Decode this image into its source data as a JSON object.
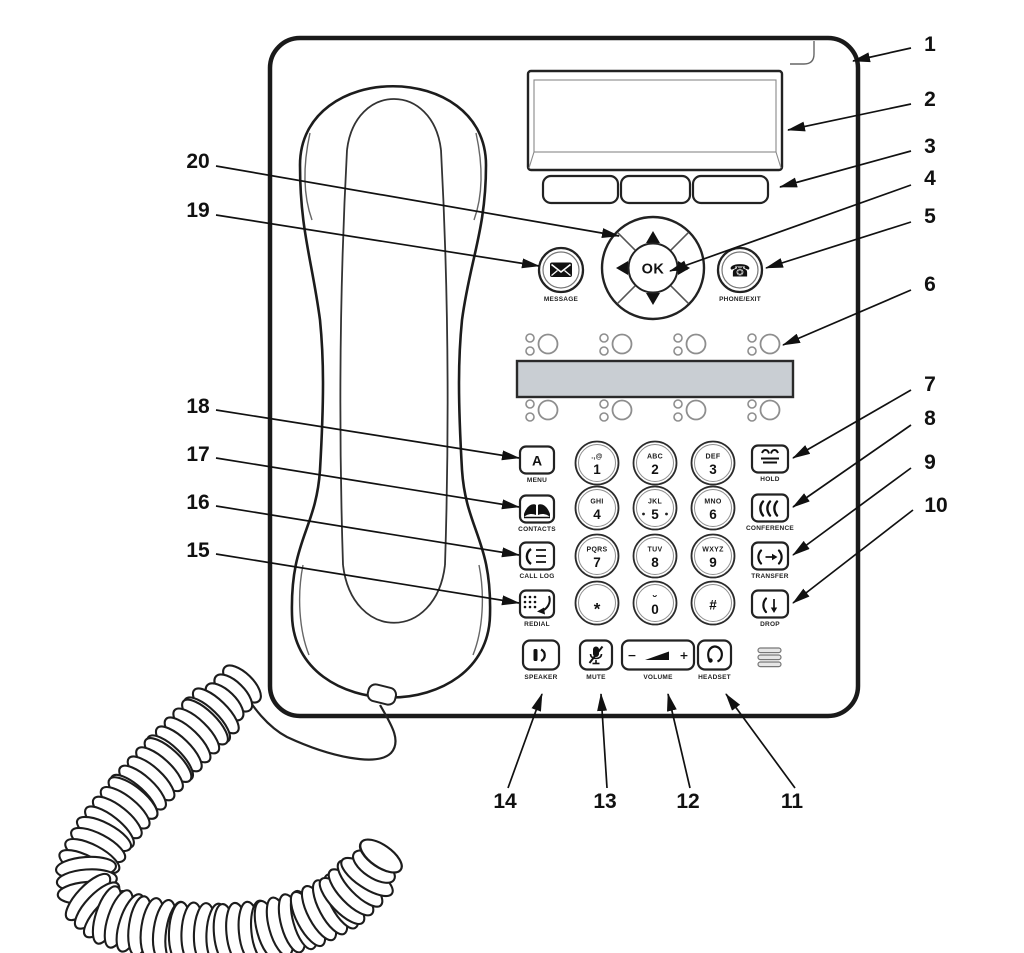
{
  "figure": {
    "type": "telephone-parts-diagram",
    "colors": {
      "outline": "#1a1a1a",
      "label_strip": "#c9ced3",
      "background": "#ffffff"
    }
  },
  "phone": {
    "nav": {
      "ok_label": "OK"
    },
    "buttons": {
      "message": {
        "label": "MESSAGE",
        "icon": "envelope-icon"
      },
      "phone_exit": {
        "label": "PHONE/EXIT",
        "icon": "telephone-icon",
        "glyph": "☎"
      },
      "menu": {
        "label": "MENU",
        "icon": "letter-a-icon",
        "glyph": "A"
      },
      "contacts": {
        "label": "CONTACTS",
        "icon": "open-book-icon"
      },
      "call_log": {
        "label": "CALL LOG",
        "icon": "handset-list-icon"
      },
      "redial": {
        "label": "REDIAL",
        "icon": "dialpad-arrow-icon"
      },
      "hold": {
        "label": "HOLD",
        "icon": "handset-on-hook-icon"
      },
      "conference": {
        "label": "CONFERENCE",
        "icon": "triple-arc-icon"
      },
      "transfer": {
        "label": "TRANSFER",
        "icon": "handset-arrow-handset-icon"
      },
      "drop": {
        "label": "DROP",
        "icon": "handset-down-arrow-icon"
      },
      "speaker": {
        "label": "SPEAKER",
        "icon": "speaker-icon"
      },
      "mute": {
        "label": "MUTE",
        "icon": "muted-microphone-icon"
      },
      "volume": {
        "label": "VOLUME",
        "icon": "volume-ramp-icon",
        "minus": "−",
        "plus": "+"
      },
      "headset": {
        "label": "HEADSET",
        "icon": "headset-icon"
      }
    },
    "keypad": {
      "keys": [
        {
          "digit": "1",
          "letters": ".,@"
        },
        {
          "digit": "2",
          "letters": "ABC"
        },
        {
          "digit": "3",
          "letters": "DEF"
        },
        {
          "digit": "4",
          "letters": "GHI"
        },
        {
          "digit": "5",
          "letters": "JKL",
          "tactile_dots": true
        },
        {
          "digit": "6",
          "letters": "MNO"
        },
        {
          "digit": "7",
          "letters": "PQRS"
        },
        {
          "digit": "8",
          "letters": "TUV"
        },
        {
          "digit": "9",
          "letters": "WXYZ"
        },
        {
          "digit": "*",
          "letters": ""
        },
        {
          "digit": "0",
          "letters": "˘"
        },
        {
          "digit": "#",
          "letters": ""
        }
      ]
    }
  },
  "callouts": [
    {
      "number": "1",
      "target": "message-lamp-corner"
    },
    {
      "number": "2",
      "target": "display"
    },
    {
      "number": "3",
      "target": "softkeys"
    },
    {
      "number": "4",
      "target": "ok-button"
    },
    {
      "number": "5",
      "target": "phone-exit-button"
    },
    {
      "number": "6",
      "target": "line-buttons"
    },
    {
      "number": "7",
      "target": "hold-button"
    },
    {
      "number": "8",
      "target": "conference-button"
    },
    {
      "number": "9",
      "target": "transfer-button"
    },
    {
      "number": "10",
      "target": "drop-button"
    },
    {
      "number": "11",
      "target": "headset-button"
    },
    {
      "number": "12",
      "target": "volume-button"
    },
    {
      "number": "13",
      "target": "mute-button"
    },
    {
      "number": "14",
      "target": "speaker-button"
    },
    {
      "number": "15",
      "target": "redial-button"
    },
    {
      "number": "16",
      "target": "call-log-button"
    },
    {
      "number": "17",
      "target": "contacts-button"
    },
    {
      "number": "18",
      "target": "menu-button"
    },
    {
      "number": "19",
      "target": "message-button"
    },
    {
      "number": "20",
      "target": "navigation-arrows"
    }
  ]
}
